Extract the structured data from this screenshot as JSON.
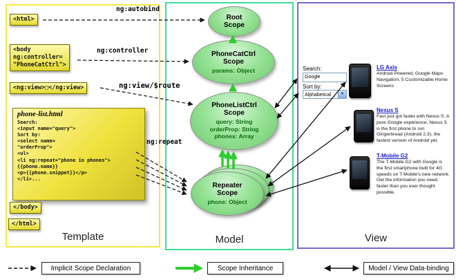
{
  "template_panel": {
    "label": "Template",
    "tag_html_open": "<html>",
    "tag_body_open": "<body\nng:controller=\n\"PhoneCatCtrl\">",
    "tag_ng_view": "<ng:view>□</ng:view>",
    "tag_body_close": "</body>",
    "tag_html_close": "</html>",
    "note_title": "phone-list.html",
    "note_code": "Search:\n<input name=\"query\">\nSort by:\n<select name=\n\"orderProp\">\n<ul>\n<li ng:repeat=\"phone in phones\">\n{{phone.name}}\n<p>{{phone.snippet}}</p>\n</li>..."
  },
  "edge_labels": {
    "autobind": "ng:autobind",
    "controller": "ng:controller",
    "view_route": "ng:view/$route",
    "repeat": "ng:repeat"
  },
  "model_panel": {
    "label": "Model",
    "scopes": [
      {
        "title": "Root\nScope",
        "props": ""
      },
      {
        "title": "PhoneCatCtrl\nScope",
        "props": "params: Object"
      },
      {
        "title": "PhoneListCtrl\nScope",
        "props": "query: String\norderProp: String\nphones: Array"
      },
      {
        "title": "Repeater\nScope",
        "props": "phone: Object"
      }
    ]
  },
  "view_panel": {
    "label": "View",
    "search_label": "Search:",
    "search_value": "Google",
    "sort_label": "Sort by:",
    "sort_value": "Alphabetical",
    "phones": [
      {
        "name": "LG Axis",
        "description": "Android Powered, Google Maps Navigation, 5 Customizable Home Screens"
      },
      {
        "name": "Nexus S",
        "description": "Fast just got faster with Nexus S. A pure Google experience, Nexus S is the first phone to run Gingerbread (Android 2.3), the fastest version of Android yet."
      },
      {
        "name": "T-Mobile G2",
        "description": "The T-Mobile G2 with Google is the first smartphone built for 4G speeds on T-Mobile's new network. Get the information you need, faster than you ever thought possible."
      }
    ]
  },
  "legend": {
    "implicit": "Implicit Scope Declaration",
    "inheritance": "Scope Inheritance",
    "binding": "Model / View Data-binding"
  },
  "icons": {
    "dropdown_arrow": "▼"
  },
  "colors": {
    "template_border": "#f2e93e",
    "model_border": "#3ddc97",
    "view_border": "#7569c9",
    "scope_green": "#9ae49a",
    "note_yellow": "#efe23c",
    "inheritance_green": "#2ecc2e",
    "link_blue": "#1a1acd"
  }
}
